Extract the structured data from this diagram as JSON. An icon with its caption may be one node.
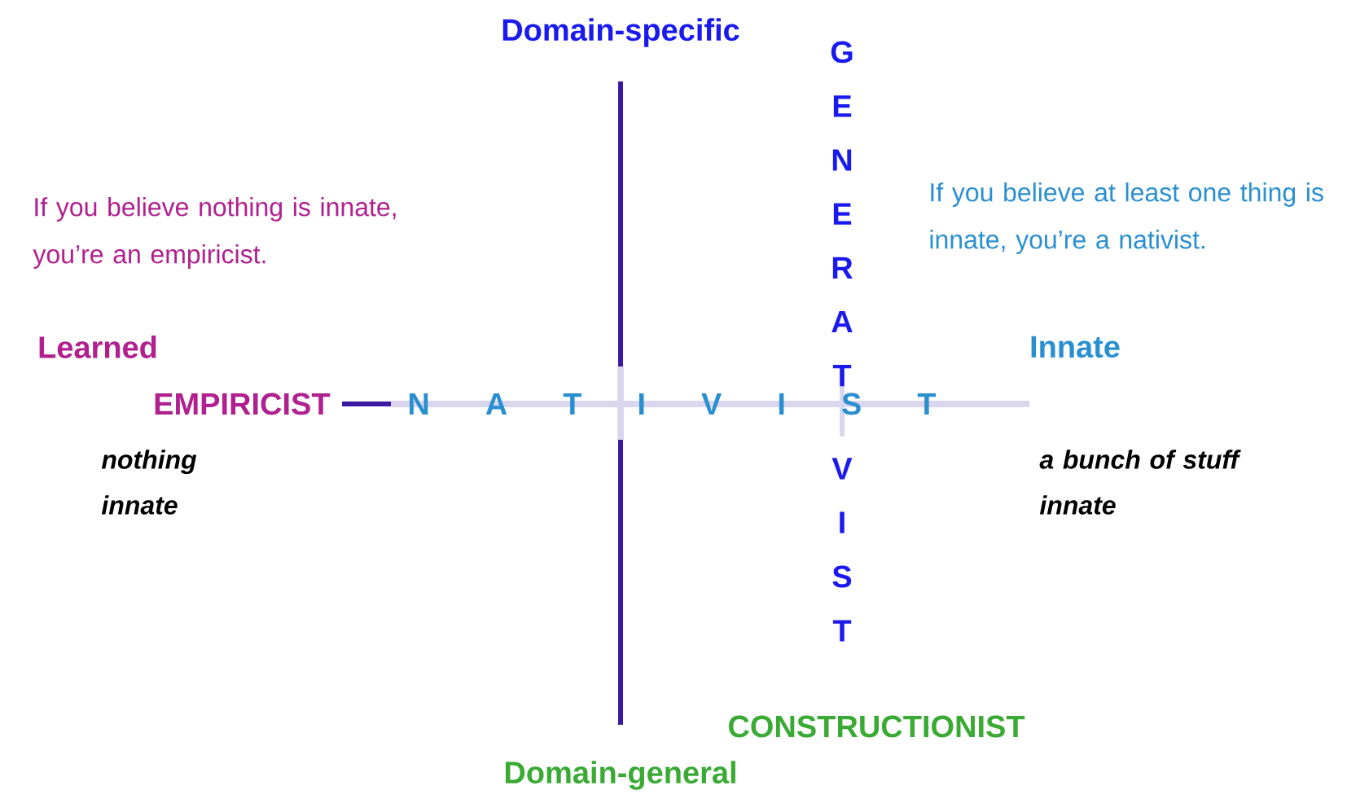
{
  "diagram": {
    "labels": [
      "Domain-specific",
      "GENERAT",
      "VIST",
      "If you believe nothing is innate, you’re an empiricist.",
      "If you believe at least one thing is innate, you’re a nativist.",
      "Learned",
      "Innate",
      "EMPIRICIST",
      "N A T I V I S T",
      "nothing innate",
      "a bunch of stuff innate",
      "CONSTRUCTIONIST",
      "Domain-general"
    ]
  }
}
